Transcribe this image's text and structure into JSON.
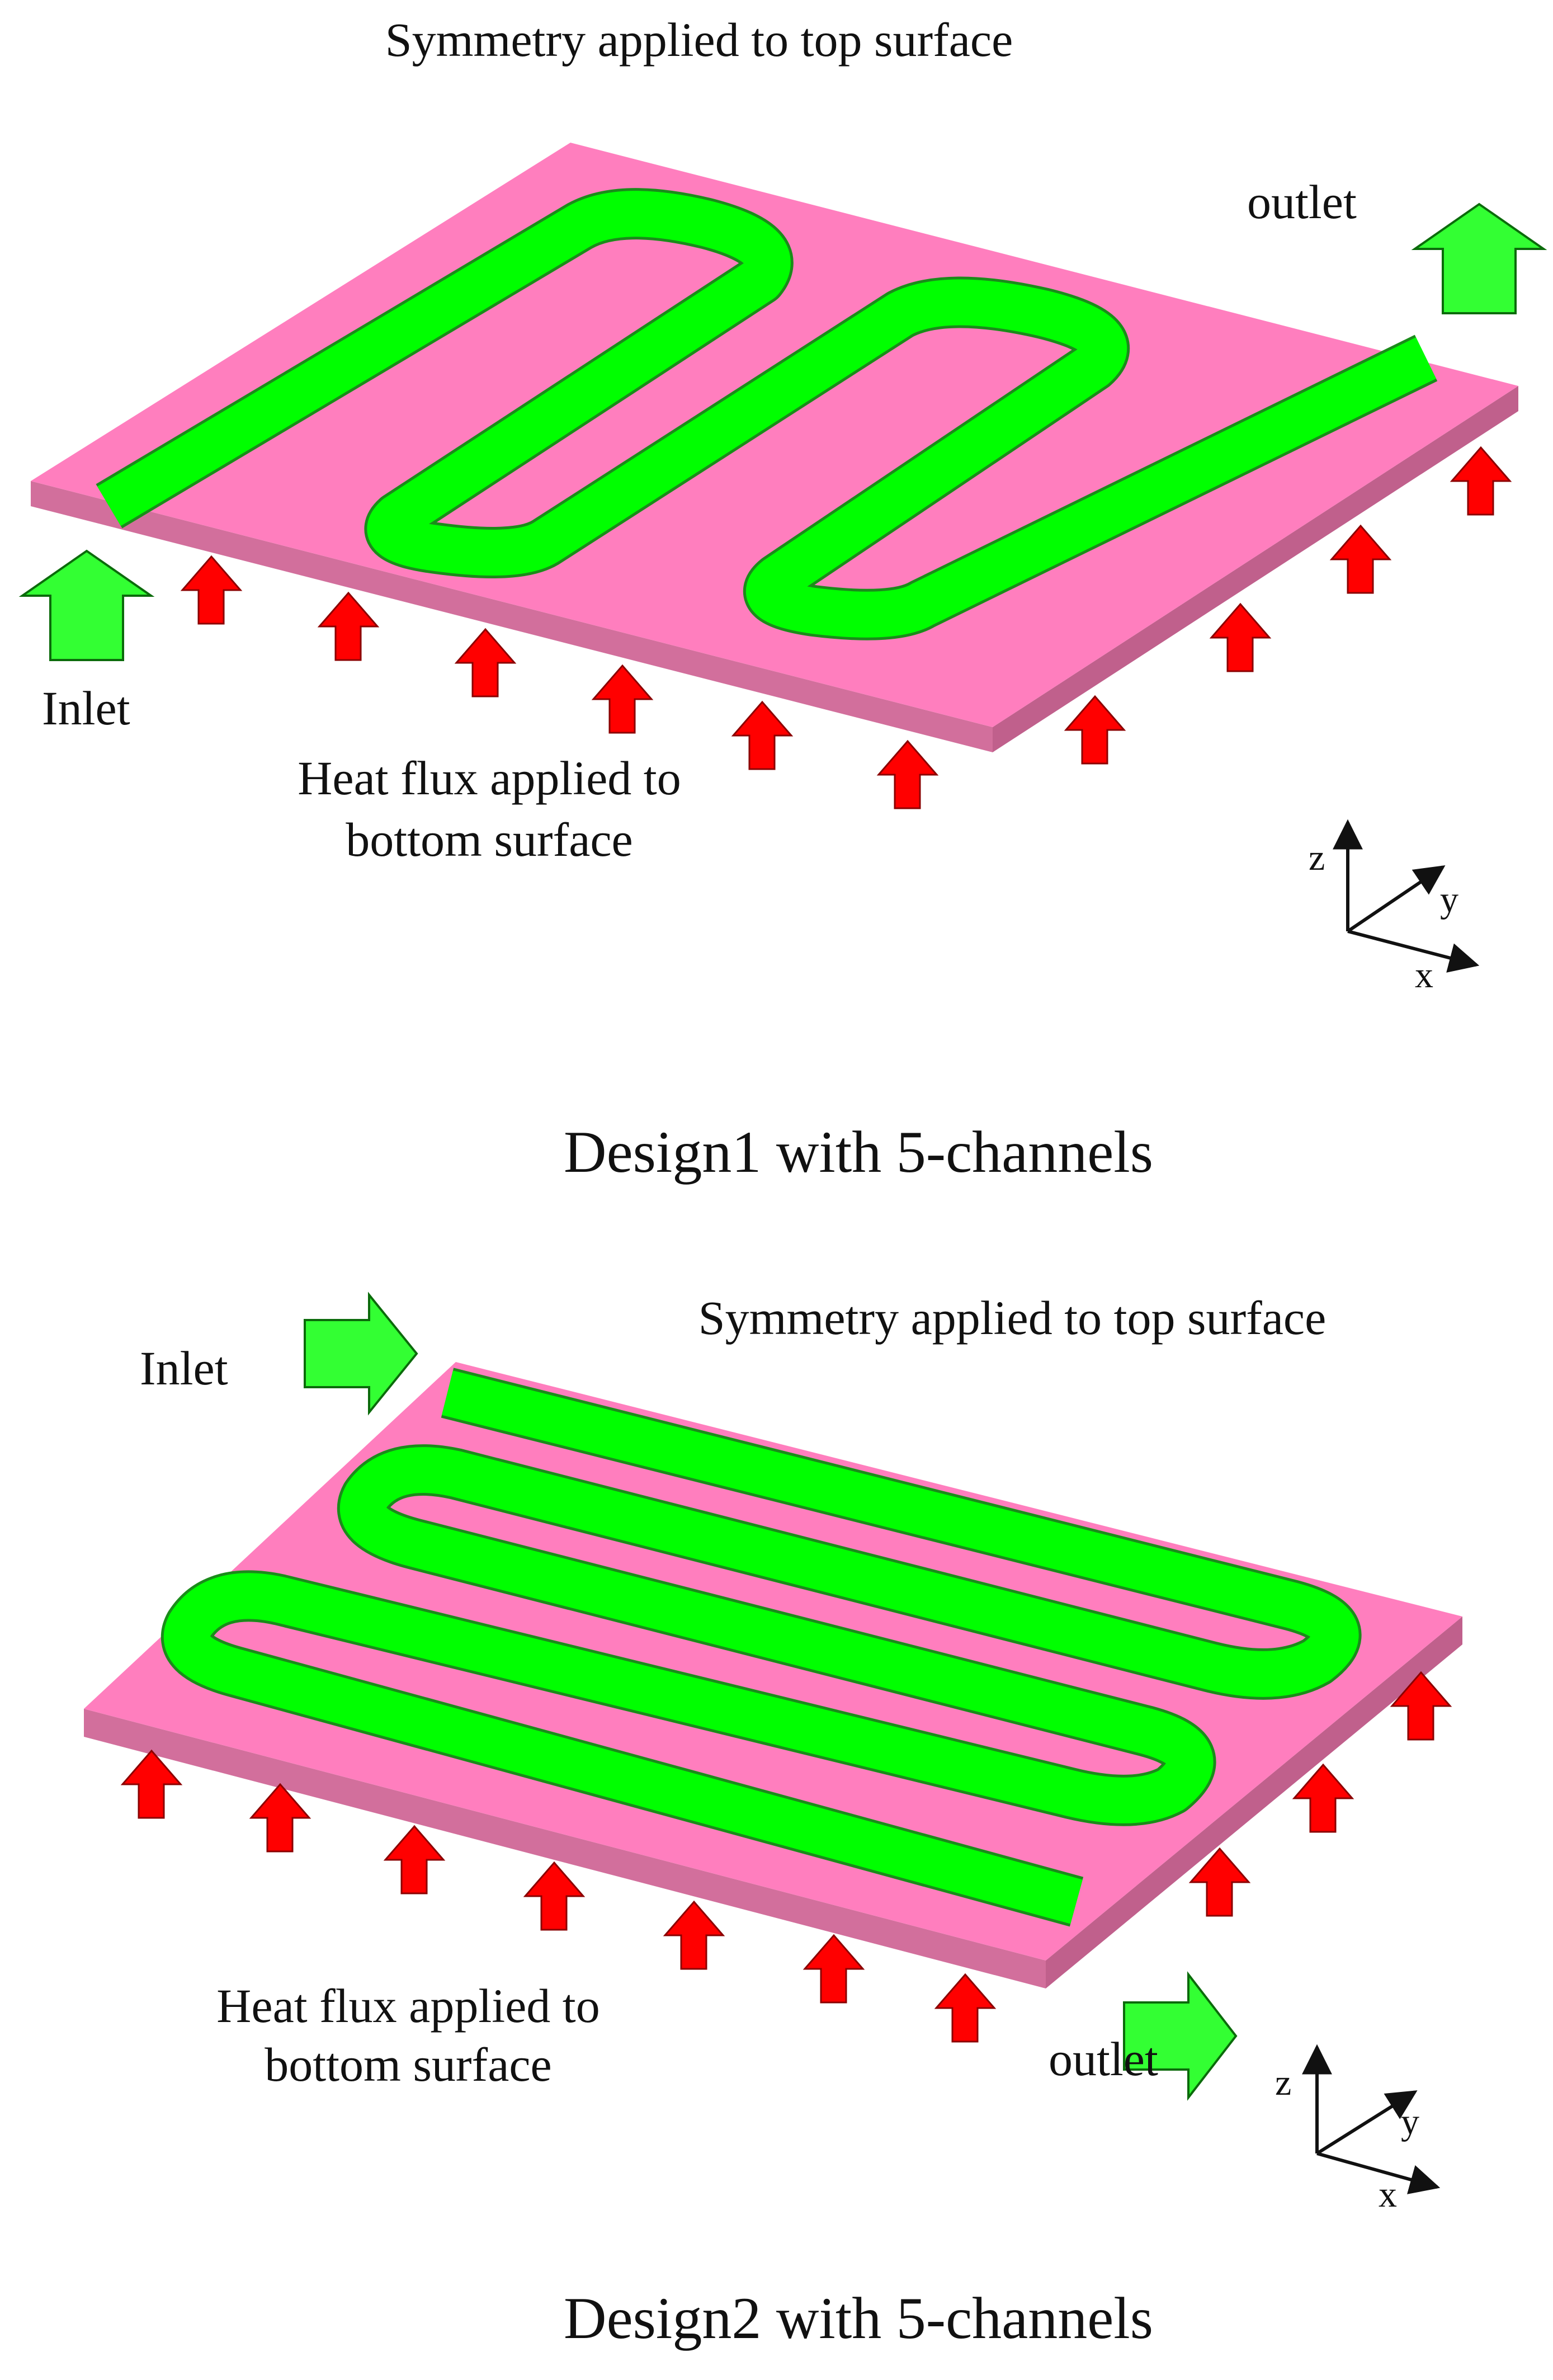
{
  "panels": [
    {
      "top_label": "Symmetry applied to top surface",
      "inlet_label": "Inlet",
      "outlet_label": "outlet",
      "heat_label_line1": "Heat flux applied to",
      "heat_label_line2": "bottom surface",
      "caption": "Design1 with 5-channels",
      "axes": {
        "z": "z",
        "y": "y",
        "x": "x"
      }
    },
    {
      "top_label": "Symmetry applied to top surface",
      "inlet_label": "Inlet",
      "outlet_label": "outlet",
      "heat_label_line1": "Heat flux applied to",
      "heat_label_line2": "bottom surface",
      "caption": "Design2 with 5-channels",
      "axes": {
        "z": "z",
        "y": "y",
        "x": "x"
      }
    }
  ],
  "colors": {
    "plate_top": "#FF7EBE",
    "plate_side": "#D26F9C",
    "channel": "#00FF00",
    "channel_edge": "#1A8C1A",
    "heat_arrow": "#FF0000",
    "flow_arrow": "#33FF33"
  },
  "icons": {
    "flow": "block-arrow",
    "heat": "block-arrow-up"
  }
}
